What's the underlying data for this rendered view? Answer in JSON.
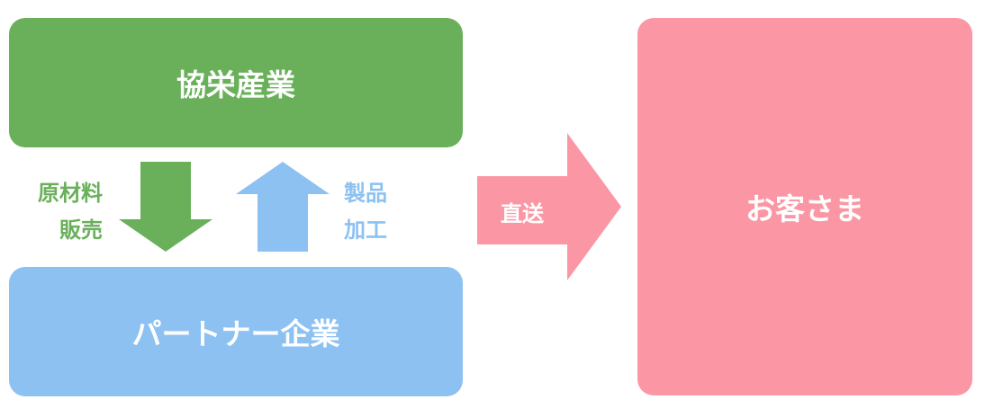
{
  "colors": {
    "green": "#6ab05b",
    "blue": "#8cc1f2",
    "pink": "#fb97a4"
  },
  "boxes": {
    "kyoei": {
      "label": "協栄産業"
    },
    "partner": {
      "label": "パートナー企業"
    },
    "customer": {
      "label": "お客さま"
    }
  },
  "flows": {
    "down": {
      "lines": [
        "原材料",
        "販売"
      ],
      "icon": "arrow-down-icon"
    },
    "up": {
      "lines": [
        "製品",
        "加工"
      ],
      "icon": "arrow-up-icon"
    },
    "direct": {
      "label": "直送",
      "icon": "arrow-right-icon"
    }
  }
}
